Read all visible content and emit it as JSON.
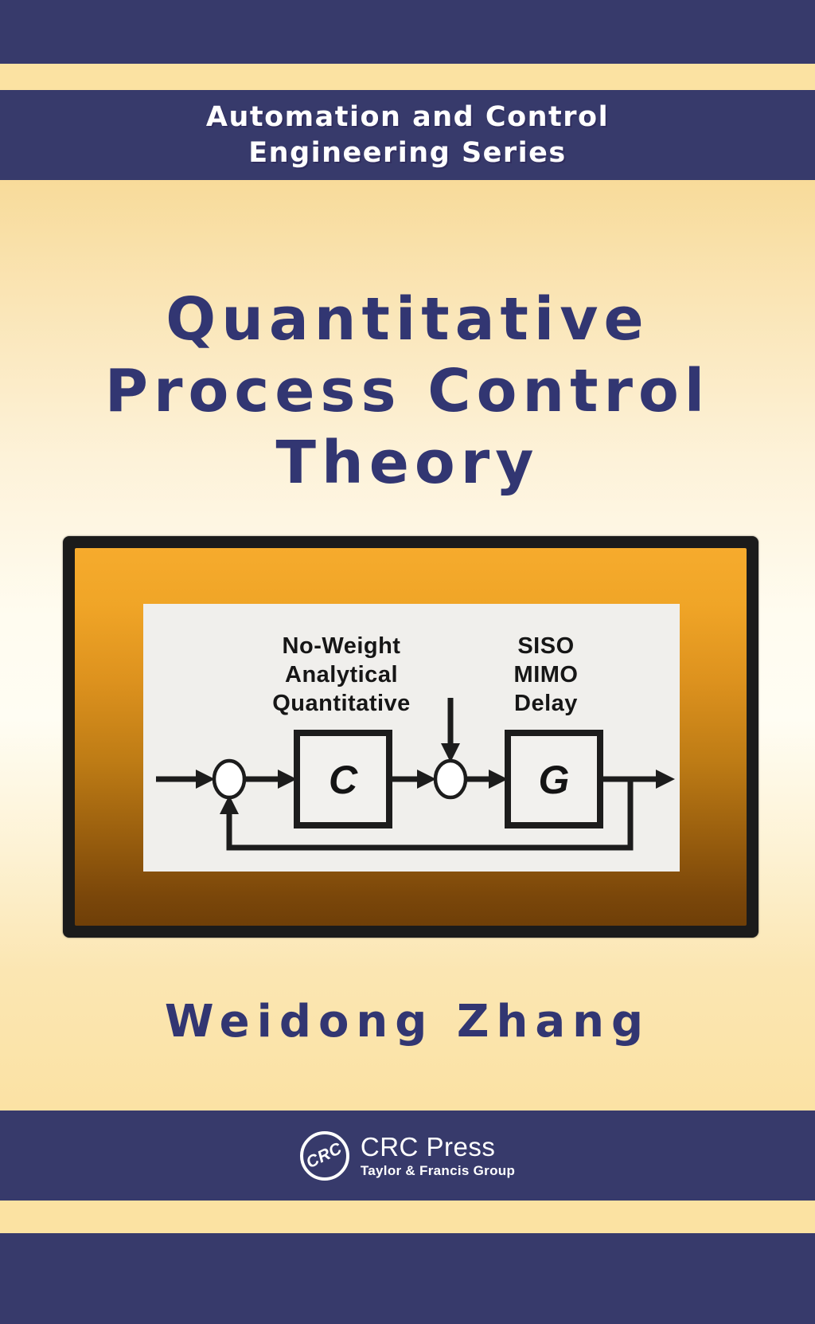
{
  "series_banner": {
    "line1": "Automation and Control",
    "line2": "Engineering Series"
  },
  "title": {
    "line1": "Quantitative",
    "line2": "Process Control",
    "line3": "Theory"
  },
  "author": "Weidong Zhang",
  "diagram": {
    "left_labels": [
      "No-Weight",
      "Analytical",
      "Quantitative"
    ],
    "right_labels": [
      "SISO",
      "MIMO",
      "Delay"
    ],
    "block_c": "C",
    "block_g": "G"
  },
  "publisher": {
    "logo_monogram": "CRC",
    "name": "CRC Press",
    "tagline": "Taylor & Francis Group"
  },
  "colors": {
    "navy_band": "#373a6b",
    "cream_strip": "#fbe2a2",
    "title_navy": "#323672",
    "frame_black": "#1b1b1b",
    "art_orange_top": "#f6ab2d",
    "art_brown_bottom": "#6f3f08",
    "panel_gray": "#f0efec",
    "logo_white": "#ffffff"
  }
}
